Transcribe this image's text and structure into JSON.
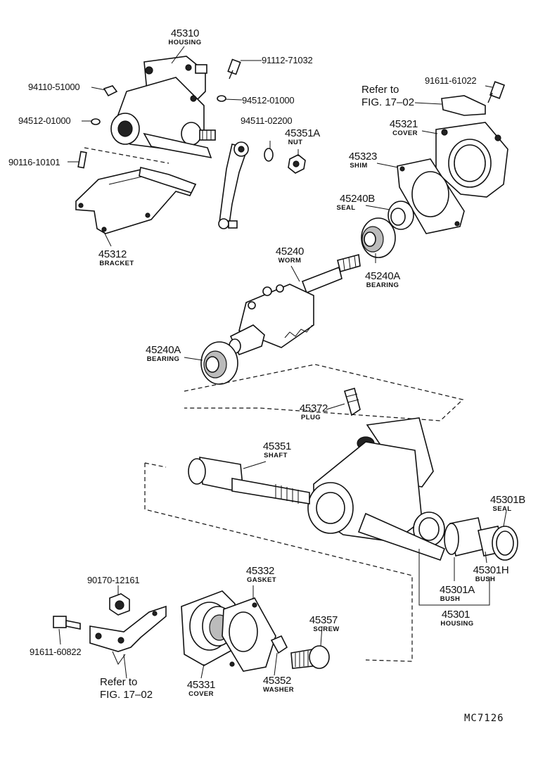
{
  "parts": {
    "housing_upper": {
      "number": "45310",
      "name": "HOUSING"
    },
    "bolt_upper": {
      "number": "91112-71032"
    },
    "nut_left": {
      "number": "94110-51000"
    },
    "washer_a": {
      "number": "94512-01000"
    },
    "washer_b": {
      "number": "94512-01000"
    },
    "stud": {
      "number": "90116-10101"
    },
    "bracket": {
      "number": "45312",
      "name": "BRACKET"
    },
    "washer_c": {
      "number": "94511-02200"
    },
    "nut_right": {
      "number": "45351A",
      "name": "NUT"
    },
    "bolt_right": {
      "number": "91611-61022"
    },
    "cover_upper": {
      "number": "45321",
      "name": "COVER"
    },
    "shim": {
      "number": "45323",
      "name": "SHIM"
    },
    "seal_upper": {
      "number": "45240B",
      "name": "SEAL"
    },
    "worm": {
      "number": "45240",
      "name": "WORM"
    },
    "bearing_upper": {
      "number": "45240A",
      "name": "BEARING"
    },
    "bearing_lower": {
      "number": "45240A",
      "name": "BEARING"
    },
    "plug": {
      "number": "45372",
      "name": "PLUG"
    },
    "shaft": {
      "number": "45351",
      "name": "SHAFT"
    },
    "seal_lower": {
      "number": "45301B",
      "name": "SEAL"
    },
    "bush_h": {
      "number": "45301H",
      "name": "BUSH"
    },
    "bush_a": {
      "number": "45301A",
      "name": "BUSH"
    },
    "housing_lower": {
      "number": "45301",
      "name": "HOUSING"
    },
    "nut_lower": {
      "number": "90170-12161"
    },
    "gasket": {
      "number": "45332",
      "name": "GASKET"
    },
    "screw": {
      "number": "45357",
      "name": "SCREW"
    },
    "bolt_lower": {
      "number": "91611-60822"
    },
    "cover_lower": {
      "number": "45331",
      "name": "COVER"
    },
    "washer_lower": {
      "number": "45352",
      "name": "WASHER"
    }
  },
  "refs": {
    "upper": {
      "line1": "Refer to",
      "line2": "FIG. 17–02"
    },
    "lower": {
      "line1": "Refer to",
      "line2": "FIG. 17–02"
    }
  },
  "diagram_code": "MC7126"
}
